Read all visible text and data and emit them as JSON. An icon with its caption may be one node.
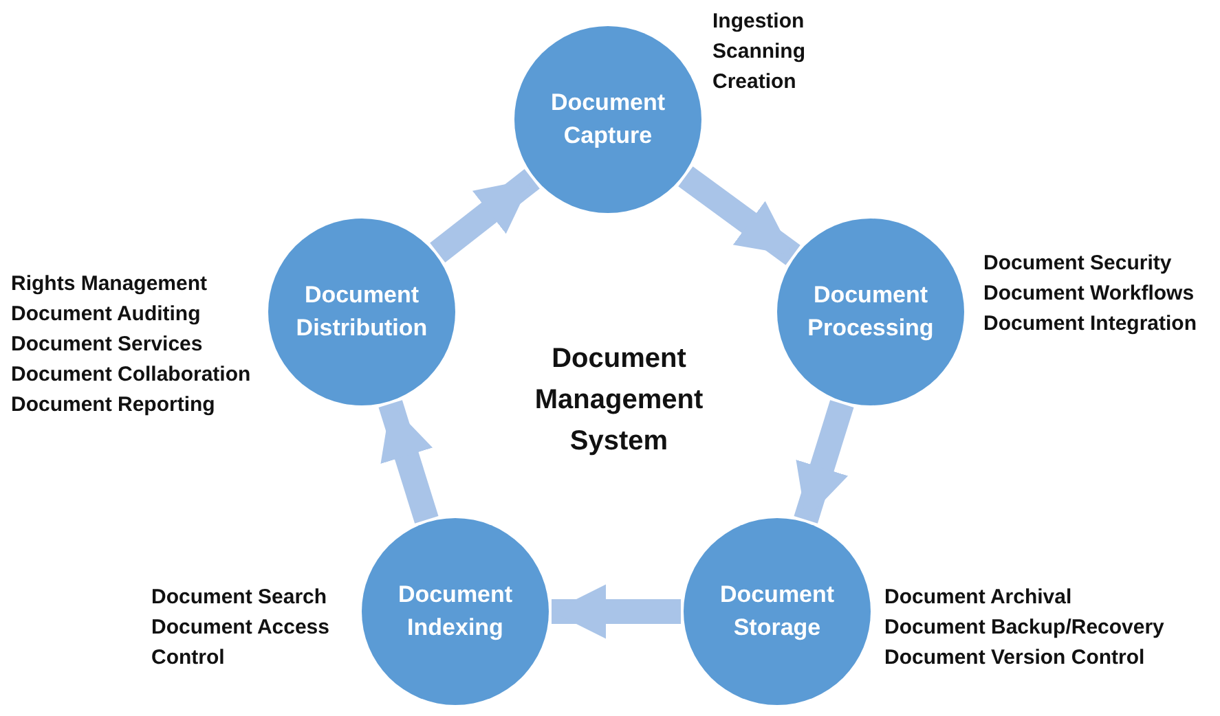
{
  "diagram": {
    "title": "Document Management System",
    "nodes": [
      {
        "text": [
          "Document Capture"
        ],
        "beside": [
          "Ingestion",
          "Scanning",
          "Creation"
        ]
      },
      {
        "text": [
          "Document Processing"
        ],
        "beside": [
          "Document Security",
          "Document Workflows",
          "Document Integration"
        ]
      },
      {
        "text": [
          "Document Storage"
        ],
        "beside": [
          "Document Archival",
          "Document Backup/Recovery",
          "Document Version Control"
        ]
      },
      {
        "text": [
          "Document Indexing"
        ],
        "beside": [
          "Document Search",
          "Document Access Control"
        ]
      },
      {
        "text": [
          "Document Distribution"
        ],
        "beside": [
          "Rights Management",
          "Document Auditing",
          "Document Services",
          "Document Collaboration",
          "Document Reporting"
        ]
      }
    ],
    "edges": [
      {
        "from": 0,
        "to": 1,
        "arrow": "to"
      },
      {
        "from": 1,
        "to": 2,
        "arrow": "to"
      },
      {
        "from": 2,
        "to": 3,
        "arrow": "to"
      },
      {
        "from": 3,
        "to": 4,
        "arrow": "to"
      },
      {
        "from": 4,
        "to": 0,
        "arrow": "to"
      }
    ]
  }
}
